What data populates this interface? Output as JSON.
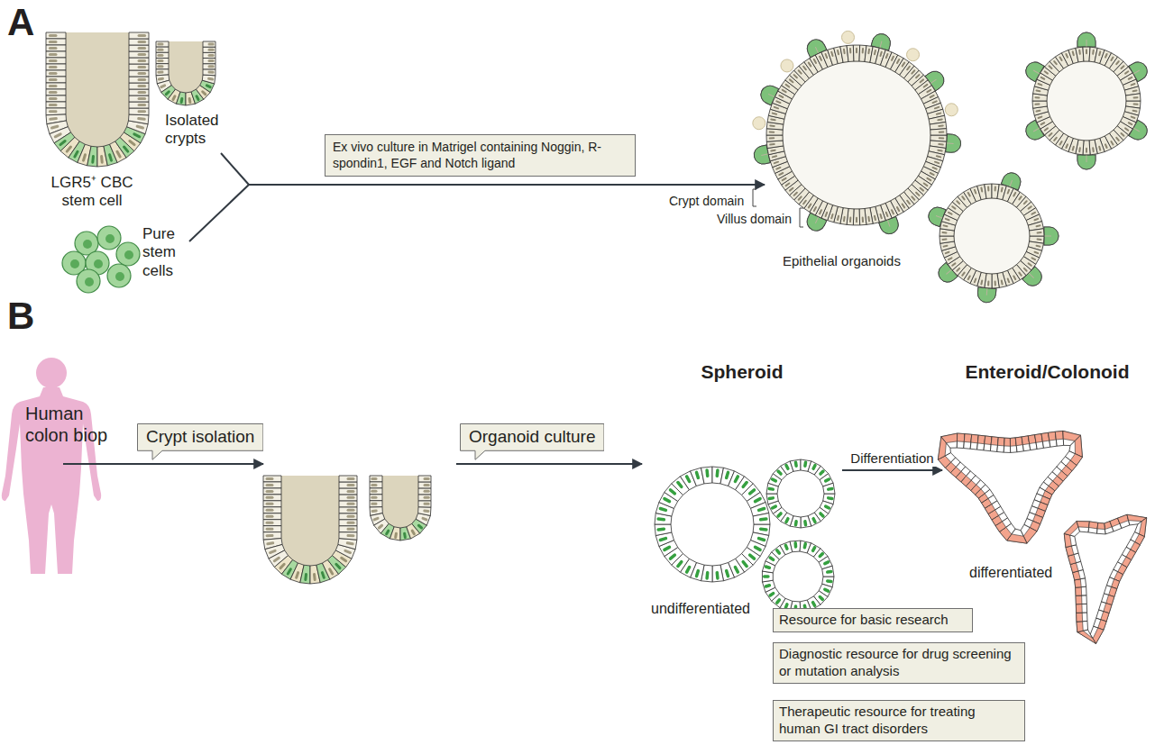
{
  "diagram": {
    "nodes": [
      {
        "text": [
          "Ex vivo culture in Matrigel containing Noggin, R-spondin1, EGF and Notch ligand"
        ]
      },
      {
        "text": [
          "Crypt isolation"
        ]
      },
      {
        "text": [
          "Organoid culture"
        ]
      },
      {
        "text": [
          "Spheroid",
          "undifferentiated"
        ]
      },
      {
        "text": [
          "Enteroid/Colonoid",
          "differentiated"
        ]
      },
      {
        "text": [
          "Resource for basic research"
        ]
      },
      {
        "text": [
          "Diagnostic resource for drug screening or mutation analysis"
        ]
      },
      {
        "text": [
          "Therapeutic resource for treating human GI tract disorders"
        ]
      }
    ],
    "edges": [
      {
        "from": 3,
        "to": 4,
        "label": "Differentiation",
        "arrow": "to"
      }
    ],
    "labels": [
      "A",
      "LGR5⁺ CBC stem cell",
      "Isolated crypts",
      "Pure stem cells",
      "Crypt domain",
      "Villus domain",
      "Epithelial organoids",
      "B",
      "Human colon biop"
    ]
  }
}
